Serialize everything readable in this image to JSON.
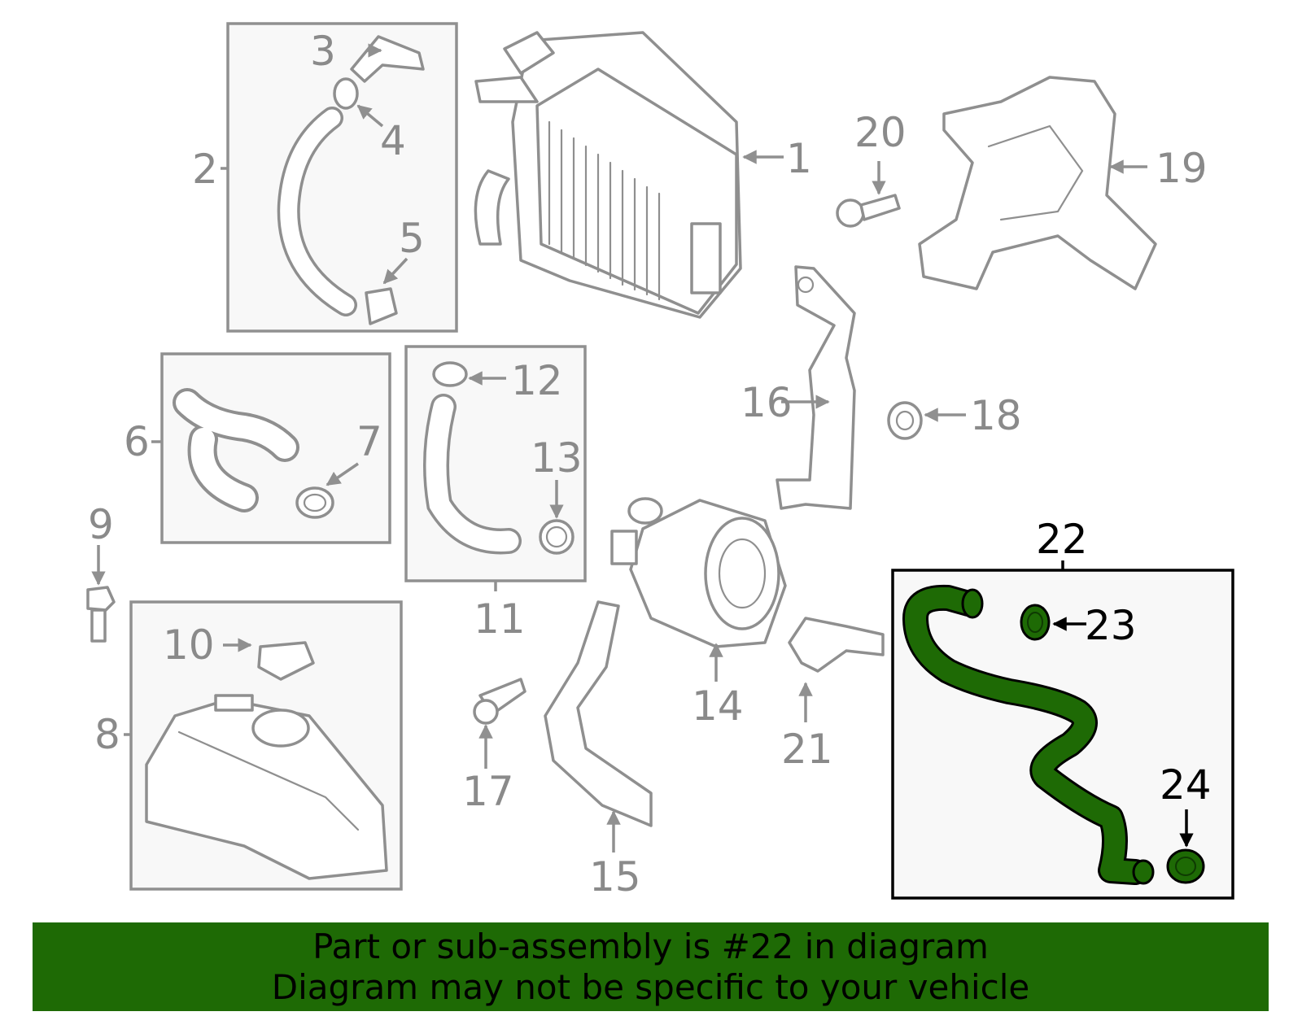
{
  "diagram": {
    "highlighted_part": "22",
    "labels": {
      "p1": "1",
      "p2": "2",
      "p3": "3",
      "p4": "4",
      "p5": "5",
      "p6": "6",
      "p7": "7",
      "p8": "8",
      "p9": "9",
      "p10": "10",
      "p11": "11",
      "p12": "12",
      "p13": "13",
      "p14": "14",
      "p15": "15",
      "p16": "16",
      "p17": "17",
      "p18": "18",
      "p19": "19",
      "p20": "20",
      "p21": "21",
      "p22": "22",
      "p23": "23",
      "p24": "24"
    },
    "colors": {
      "part_line": "#8f8f8f",
      "highlight": "#1e6a05",
      "box_fill": "#f8f8f8"
    }
  },
  "banner": {
    "line1": "Part or sub-assembly is #22 in diagram",
    "line2": "Diagram may not be specific to your vehicle",
    "background": "#1e6a05"
  }
}
